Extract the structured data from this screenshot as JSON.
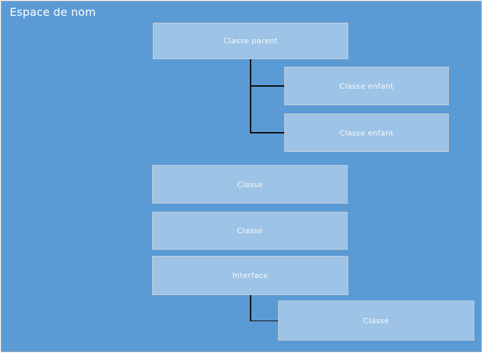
{
  "diagram": {
    "title": "Espace de nom",
    "nodes": [
      {
        "id": "parent",
        "label": "Classe parent",
        "type": "class"
      },
      {
        "id": "enfant1",
        "label": "Classe enfant",
        "type": "class"
      },
      {
        "id": "enfant2",
        "label": "Classe enfant",
        "type": "class"
      },
      {
        "id": "classe1",
        "label": "Classe",
        "type": "class"
      },
      {
        "id": "classe2",
        "label": "Classe",
        "type": "class"
      },
      {
        "id": "interface",
        "label": "Interface",
        "type": "interface"
      },
      {
        "id": "classe3",
        "label": "Classe",
        "type": "class"
      }
    ],
    "edges": [
      {
        "from": "parent",
        "to": "enfant1"
      },
      {
        "from": "parent",
        "to": "enfant2"
      },
      {
        "from": "interface",
        "to": "classe3"
      }
    ],
    "colors": {
      "canvas_background": "#5b9bd5",
      "node_fill": "#9dc3e6",
      "node_border": "#c7cfd8",
      "connector": "#0a0a0a",
      "text": "#ffffff",
      "page_border": "#a9b2ba"
    }
  }
}
